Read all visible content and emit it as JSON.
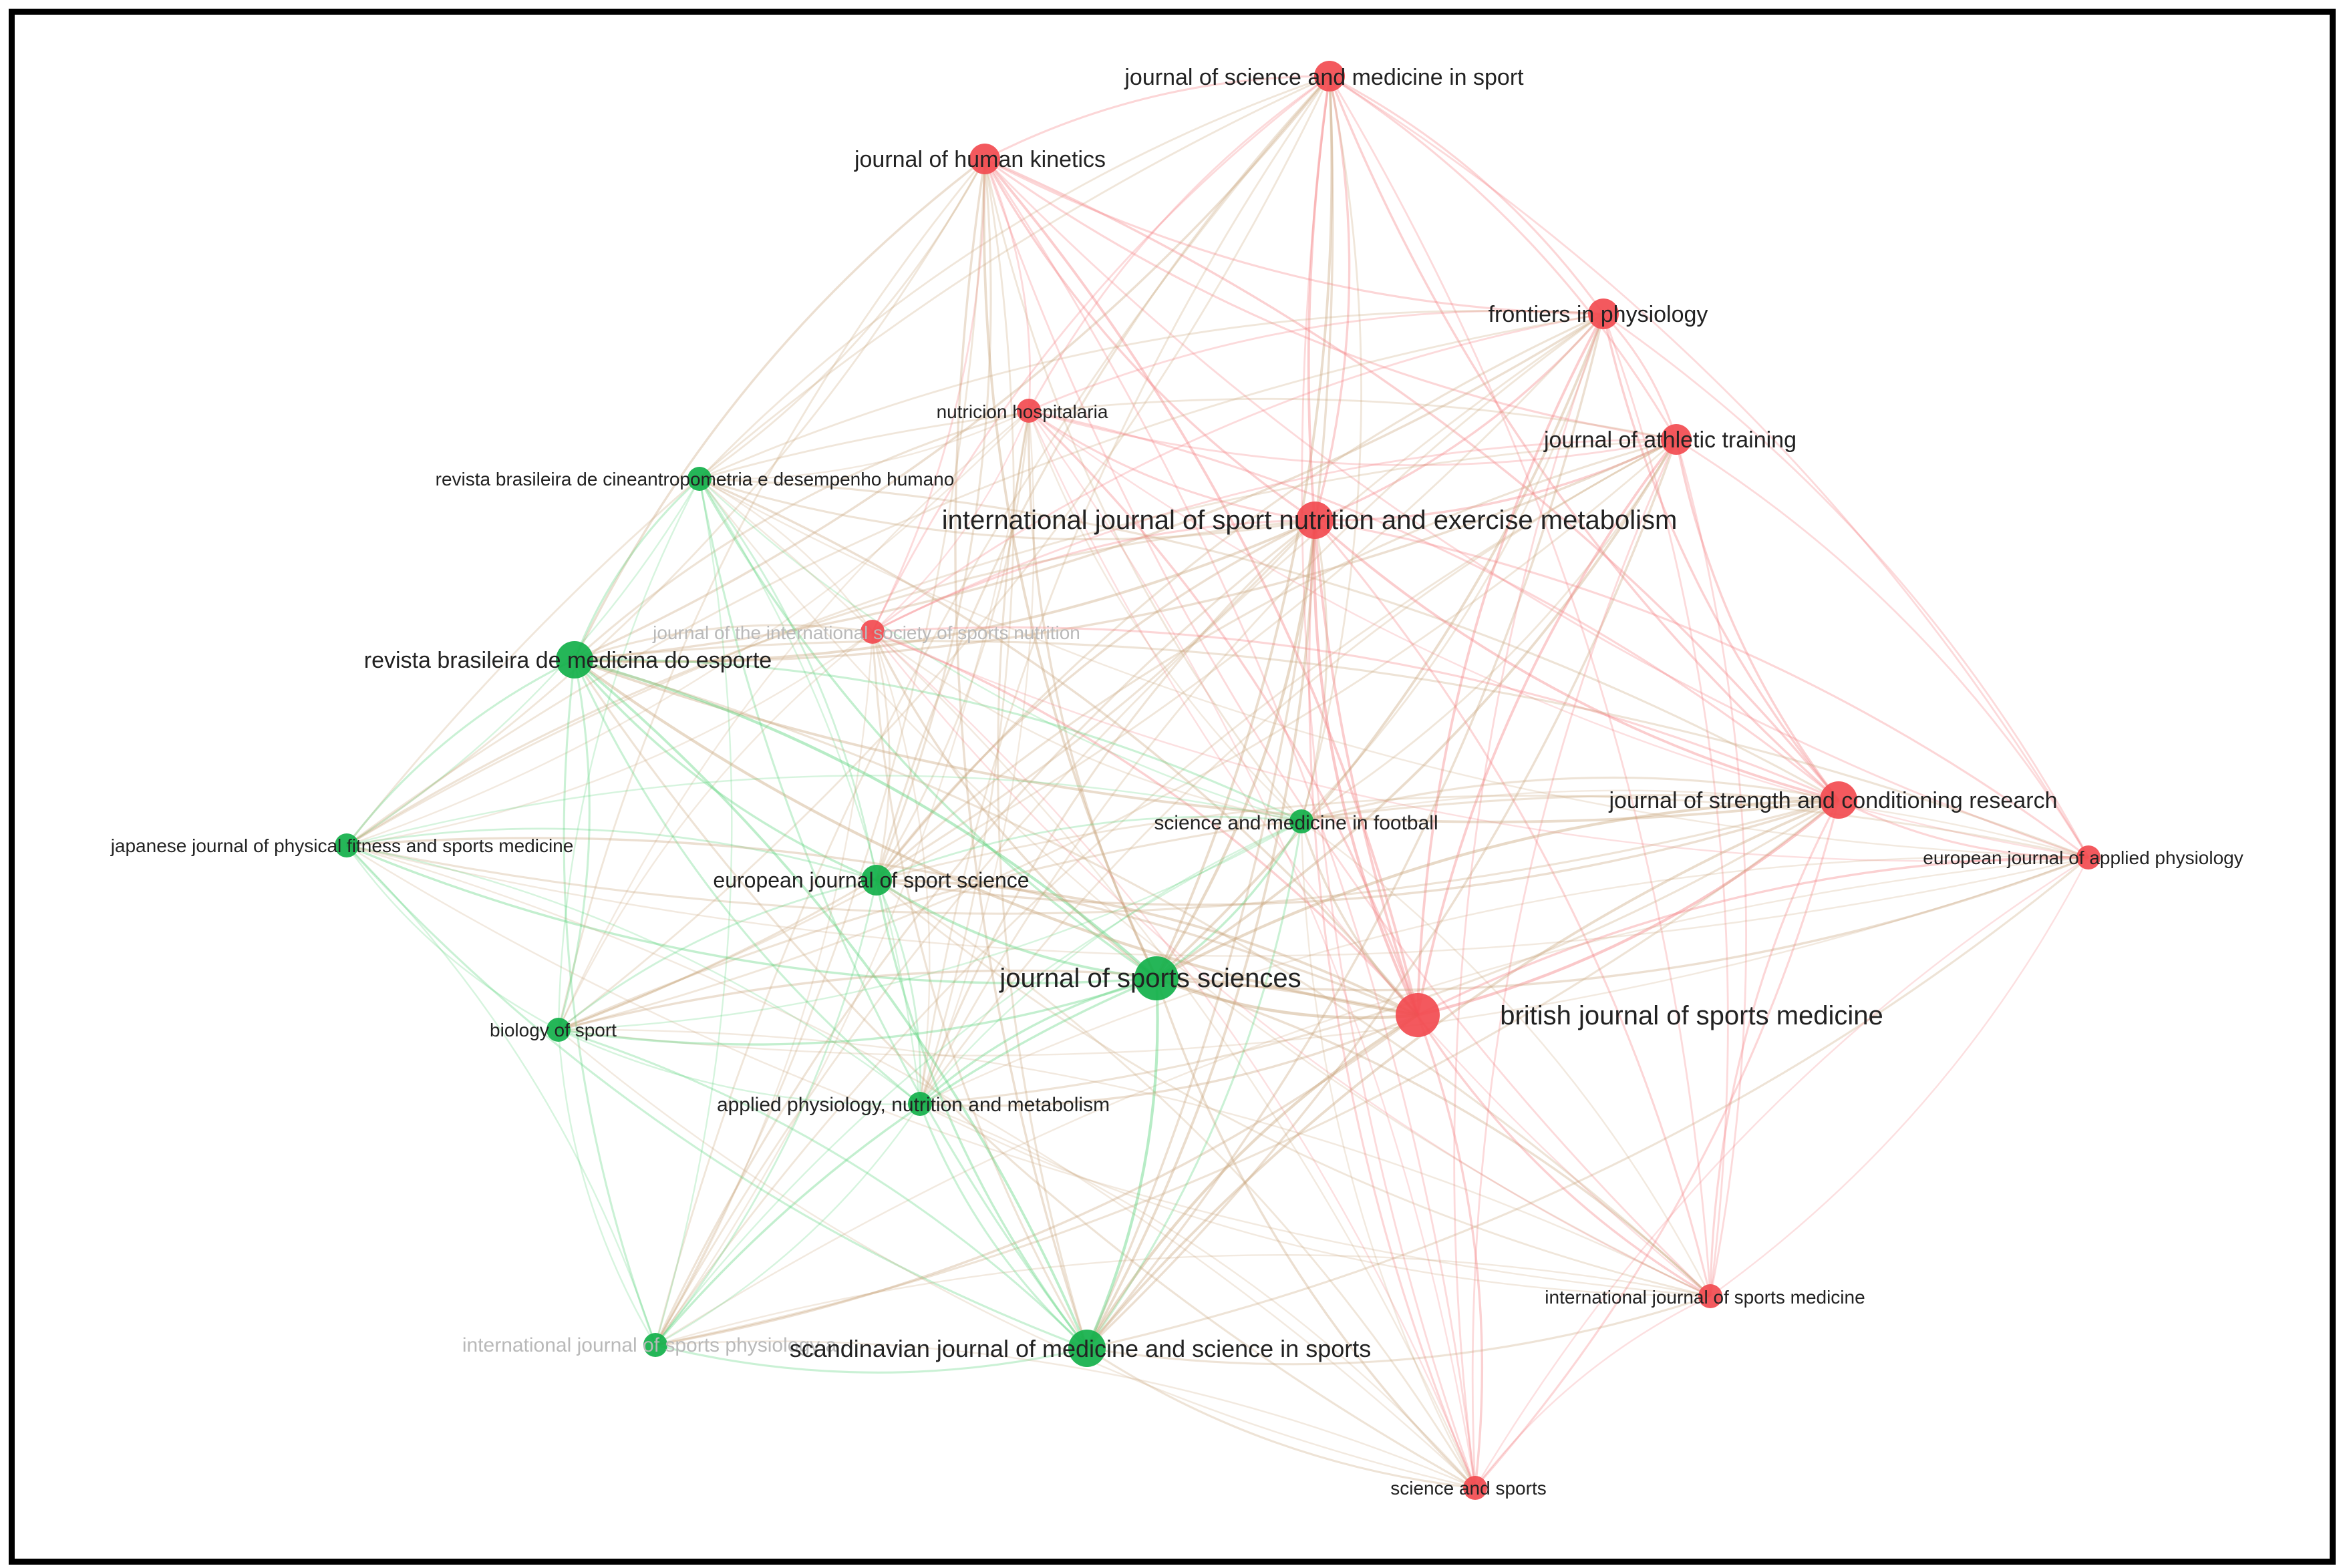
{
  "colors": {
    "cluster_red": "#f24b50",
    "cluster_green": "#12b04a",
    "edge_red": "#f47b7e",
    "edge_green": "#54d276",
    "edge_mixed": "#c8a47a",
    "label_text": "#222222",
    "label_faded": "#b9b9b9"
  },
  "nodes": [
    {
      "id": "jsms",
      "label": "journal of science and medicine in sport",
      "cluster": "red",
      "weight": 3
    },
    {
      "id": "jhk",
      "label": "journal of human kinetics",
      "cluster": "red",
      "weight": 3
    },
    {
      "id": "fip",
      "label": "frontiers in physiology",
      "cluster": "red",
      "weight": 3
    },
    {
      "id": "nh",
      "label": "nutricion hospitalaria",
      "cluster": "red",
      "weight": 2
    },
    {
      "id": "jat",
      "label": "journal of athletic training",
      "cluster": "red",
      "weight": 3
    },
    {
      "id": "rbcdh",
      "label": "revista brasileira de cineantropometria e desempenho humano",
      "cluster": "green",
      "weight": 2
    },
    {
      "id": "ijsnem",
      "label": "international journal of sport nutrition and exercise metabolism",
      "cluster": "red",
      "weight": 4
    },
    {
      "id": "jissn",
      "label": "journal of the international society of sports nutrition",
      "cluster": "red",
      "weight": 2,
      "faded": true
    },
    {
      "id": "rbme",
      "label": "revista brasileira de medicina do esporte",
      "cluster": "green",
      "weight": 4
    },
    {
      "id": "jscr",
      "label": "journal of strength and conditioning research",
      "cluster": "red",
      "weight": 4
    },
    {
      "id": "smf",
      "label": "science and medicine in football",
      "cluster": "green",
      "weight": 2
    },
    {
      "id": "jjpfsm",
      "label": "japanese journal of physical fitness and sports medicine",
      "cluster": "green",
      "weight": 2
    },
    {
      "id": "ejap",
      "label": "european journal of applied physiology",
      "cluster": "red",
      "weight": 2
    },
    {
      "id": "ejss",
      "label": "european journal of sport science",
      "cluster": "green",
      "weight": 3
    },
    {
      "id": "jss",
      "label": "journal of sports sciences",
      "cluster": "green",
      "weight": 5
    },
    {
      "id": "bjsm",
      "label": "british journal of sports medicine",
      "cluster": "red",
      "weight": 5
    },
    {
      "id": "bos",
      "label": "biology of sport",
      "cluster": "green",
      "weight": 2
    },
    {
      "id": "apnm",
      "label": "applied physiology, nutrition and metabolism",
      "cluster": "green",
      "weight": 2
    },
    {
      "id": "ijsm",
      "label": "international journal of sports medicine",
      "cluster": "red",
      "weight": 2
    },
    {
      "id": "ijspp",
      "label": "international journal of sports physiology a",
      "cluster": "green",
      "weight": 2,
      "faded": true
    },
    {
      "id": "sjmss",
      "label": "scandinavian journal of medicine and science in sports",
      "cluster": "green",
      "weight": 4
    },
    {
      "id": "sas",
      "label": "science and sports",
      "cluster": "red",
      "weight": 2
    }
  ]
}
